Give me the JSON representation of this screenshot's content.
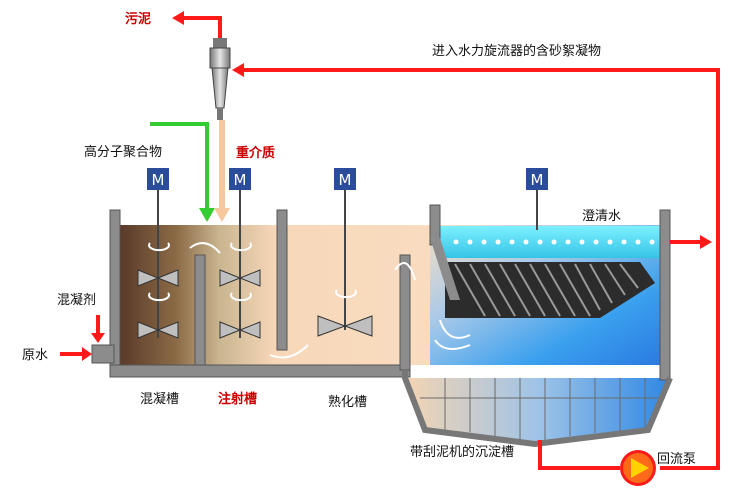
{
  "labels": {
    "sludge_out": "污泥",
    "recycle_in": "进入水力旋流器的含砂絮凝物",
    "polymer": "高分子聚合物",
    "heavy_medium": "重介质",
    "coagulant": "混凝剂",
    "raw_water": "原水",
    "clear_water": "澄清水",
    "tank_coag": "混凝槽",
    "tank_inject": "注射槽",
    "tank_mature": "熟化槽",
    "tank_settle": "带刮泥机的沉淀槽",
    "pump": "回流泵"
  },
  "motors": [
    "M",
    "M",
    "M",
    "M"
  ],
  "colors": {
    "flow_red": "#ff1a1a",
    "polymer_green": "#33cc33",
    "heavy_medium": "#f5c8a0",
    "tank_wall": "#8c8c8c",
    "clear_water": "#66e0f0",
    "motor_blue": "#2a4c9a"
  }
}
